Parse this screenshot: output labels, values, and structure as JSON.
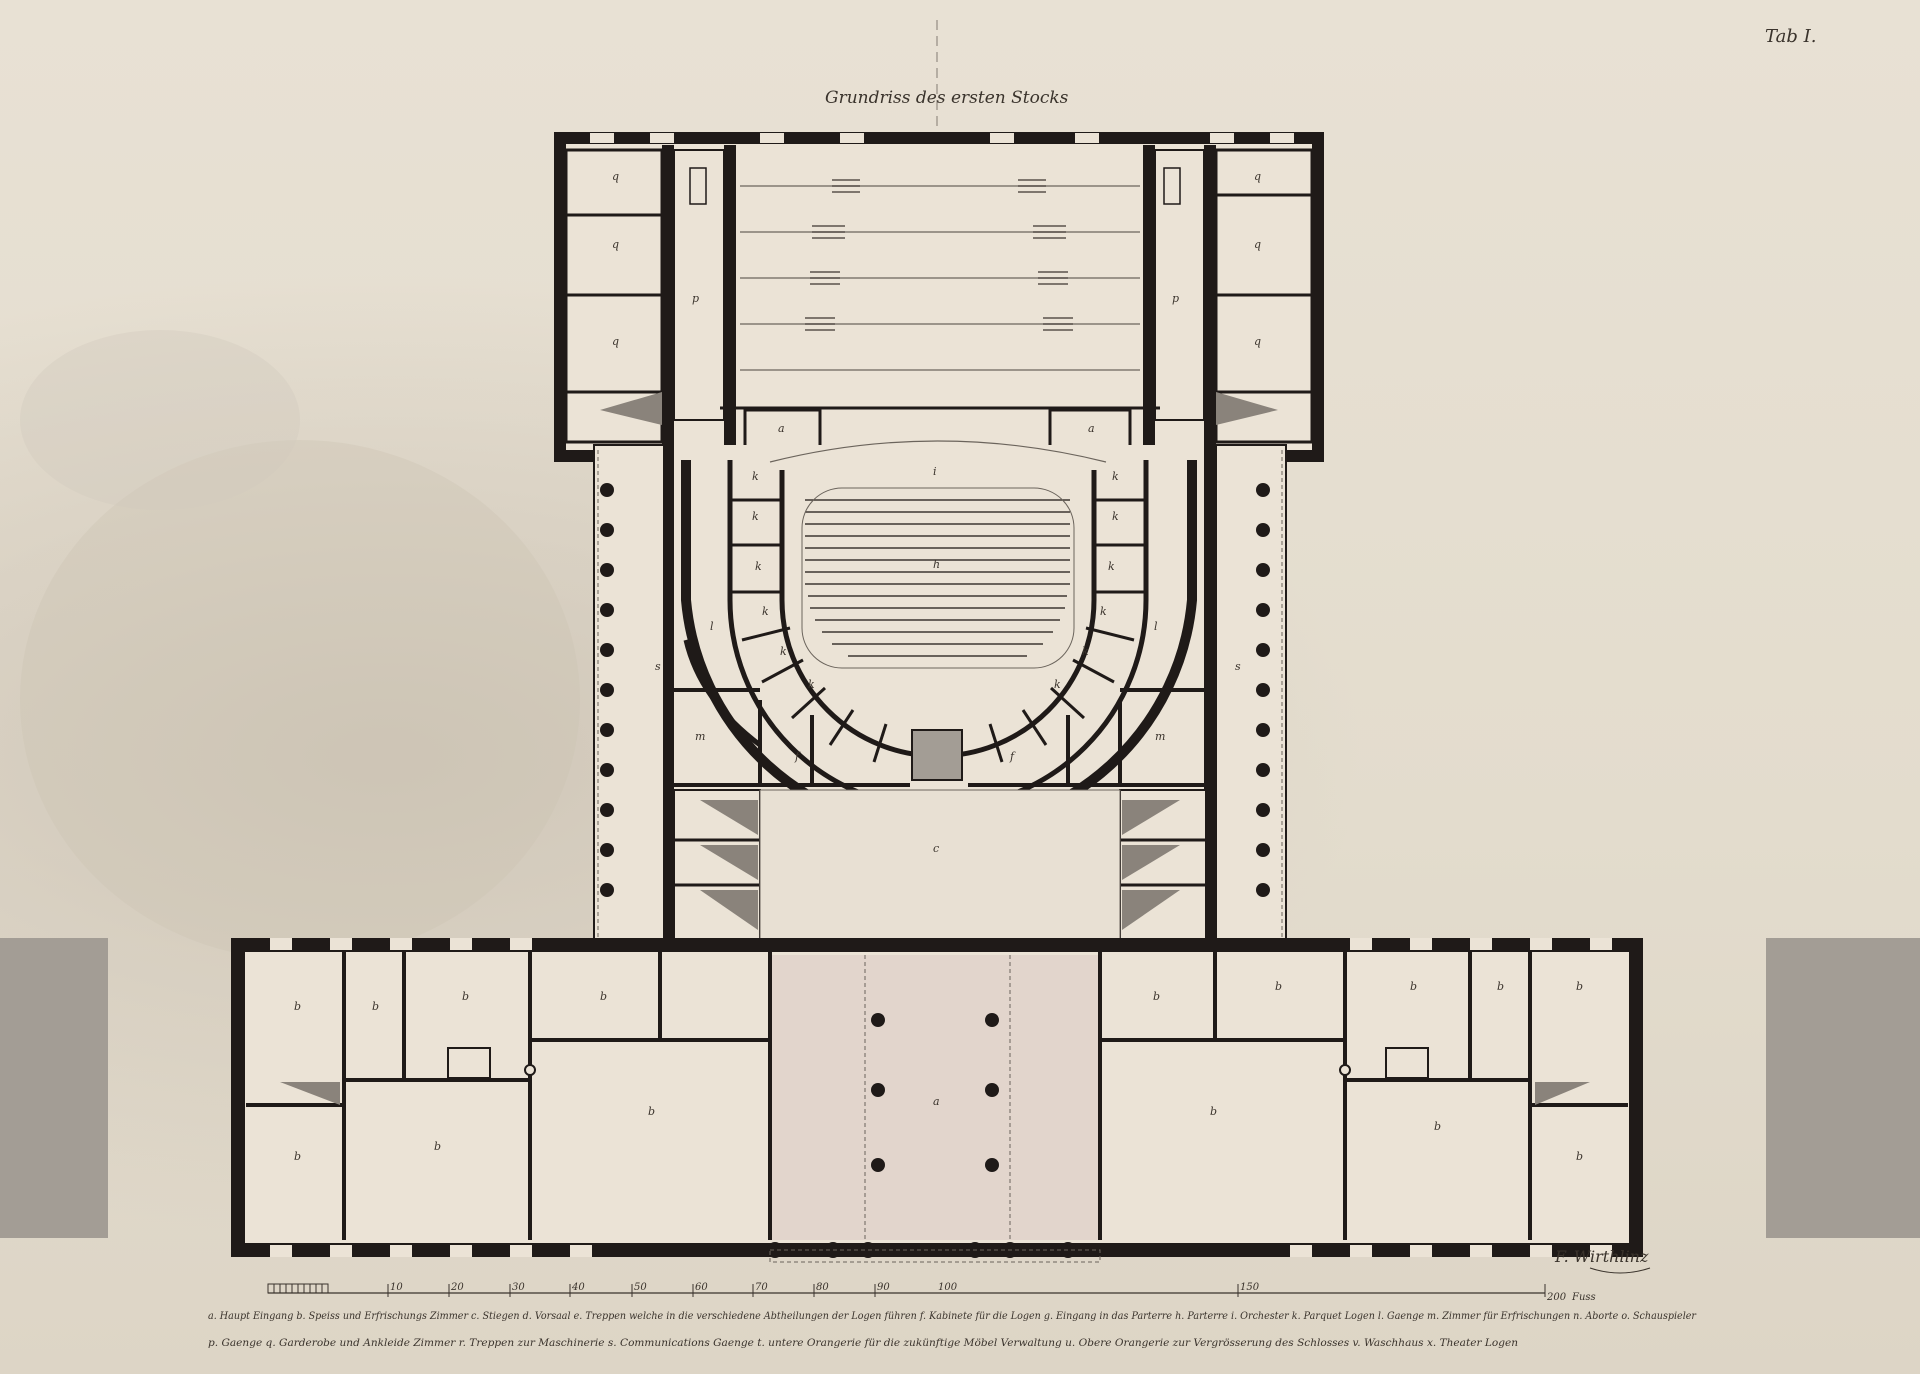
{
  "sheet_number": "Tab I.",
  "title": "Grundriss des ersten Stocks",
  "signature": "F. Wirthlinz",
  "scale": {
    "ticks": [
      "10",
      "20",
      "30",
      "40",
      "50",
      "60",
      "70",
      "80",
      "90",
      "100",
      "150",
      "200"
    ],
    "unit": "Fuss"
  },
  "legend": {
    "line1": "a. Haupt Eingang  b. Speiss und Erfrischungs Zimmer  c. Stiegen  d. Vorsaal  e. Treppen welche in die verschiedene Abtheilungen der Logen führen  f. Kabinete für die Logen  g. Eingang in das Parterre  h. Parterre  i. Orchester  k. Parquet Logen  l. Gaenge  m. Zimmer für Erfrischungen  n. Aborte  o. Schauspieler",
    "line2": "p. Gaenge  q. Garderobe und Ankleide Zimmer  r. Treppen zur Maschinerie  s. Communications Gaenge  t. untere Orangerie für die zukünftige Möbel Verwaltung  u. Obere Orangerie zur Vergrösserung des Schlosses  v. Waschhaus  x. Theater Logen"
  },
  "room_letters": {
    "stage_rooms": "q",
    "side_corridor": "p",
    "stair_room": "a",
    "loges": "k",
    "pit": "h",
    "orchestra": "i",
    "passage": "l",
    "cabinet": "f",
    "corridor": "s",
    "service_room": "m",
    "vestibule_center": "c",
    "entrance": "a",
    "wing_room": "b"
  },
  "colors": {
    "paper": "#e5ddcf",
    "wall": "#1f1a18",
    "ink": "#3a332c",
    "wash": "#e2d5cc",
    "side_block": "#a39d95"
  }
}
